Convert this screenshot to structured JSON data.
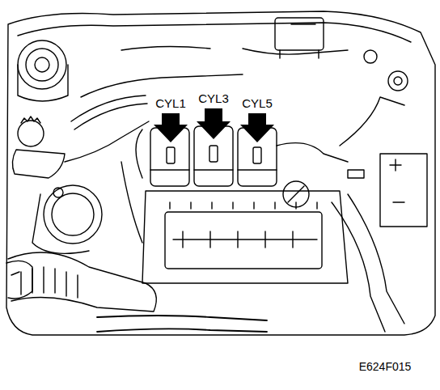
{
  "diagram": {
    "labels": [
      "CYL1",
      "CYL3",
      "CYL5",
      "E624F015"
    ]
  }
}
